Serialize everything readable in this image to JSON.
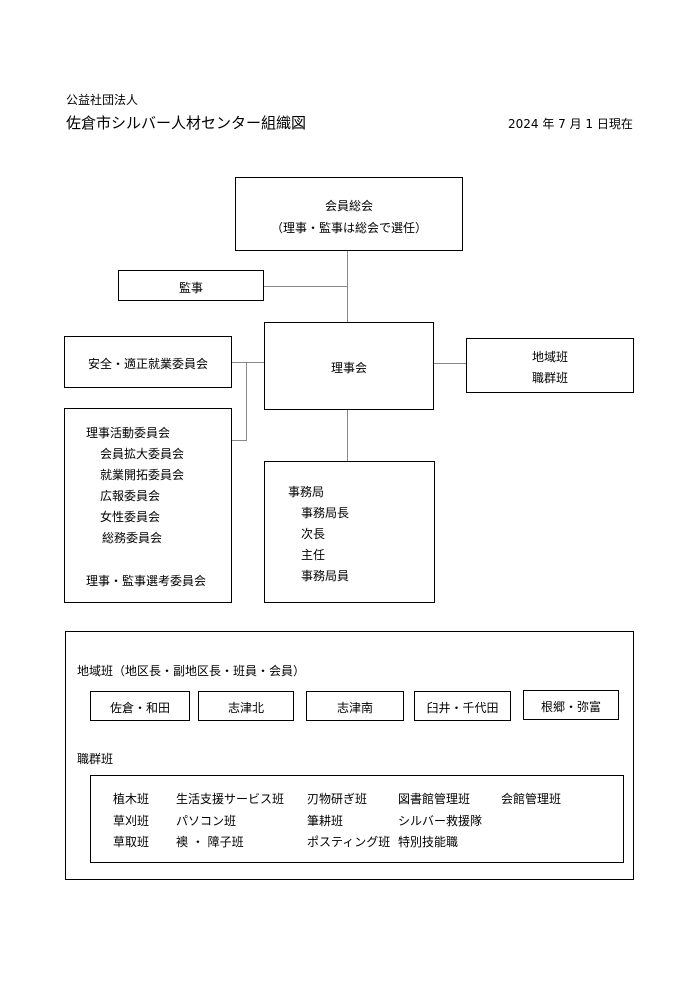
{
  "header": {
    "org_type": "公益社団法人",
    "title": "佐倉市シルバー人材センター組織図",
    "date": "2024 年 7 月 1 日現在"
  },
  "general_meeting": {
    "title": "会員総会",
    "note": "（理事・監事は総会で選任）"
  },
  "auditor": {
    "label": "監事"
  },
  "safety_committee": {
    "label": "安全・適正就業委員会"
  },
  "board": {
    "label": "理事会"
  },
  "groups_box": {
    "area": "地域班",
    "job": "職群班"
  },
  "committees": {
    "heading": "理事活動委員会",
    "items": [
      "会員拡大委員会",
      "就業開拓委員会",
      "広報委員会",
      "女性委員会",
      "総務委員会"
    ],
    "election": "理事・監事選考委員会"
  },
  "secretariat": {
    "heading": "事務局",
    "items": [
      "事務局長",
      "次長",
      "主任",
      "事務局員"
    ]
  },
  "area_groups": {
    "title": "地域班（地区長・副地区長・班員・会員）",
    "items": [
      "佐倉・和田",
      "志津北",
      "志津南",
      "臼井・千代田",
      "根郷・弥富"
    ]
  },
  "job_groups": {
    "title": "職群班",
    "col1": [
      "植木班",
      "草刈班",
      "草取班"
    ],
    "col2": [
      "生活支援サービス班",
      "パソコン班",
      "襖 ・ 障子班"
    ],
    "col3": [
      "刃物研ぎ班",
      "筆耕班",
      "ポスティング班"
    ],
    "col4": [
      "図書館管理班",
      "シルバー救援隊",
      "特別技能職"
    ],
    "col5": [
      "会館管理班"
    ]
  }
}
